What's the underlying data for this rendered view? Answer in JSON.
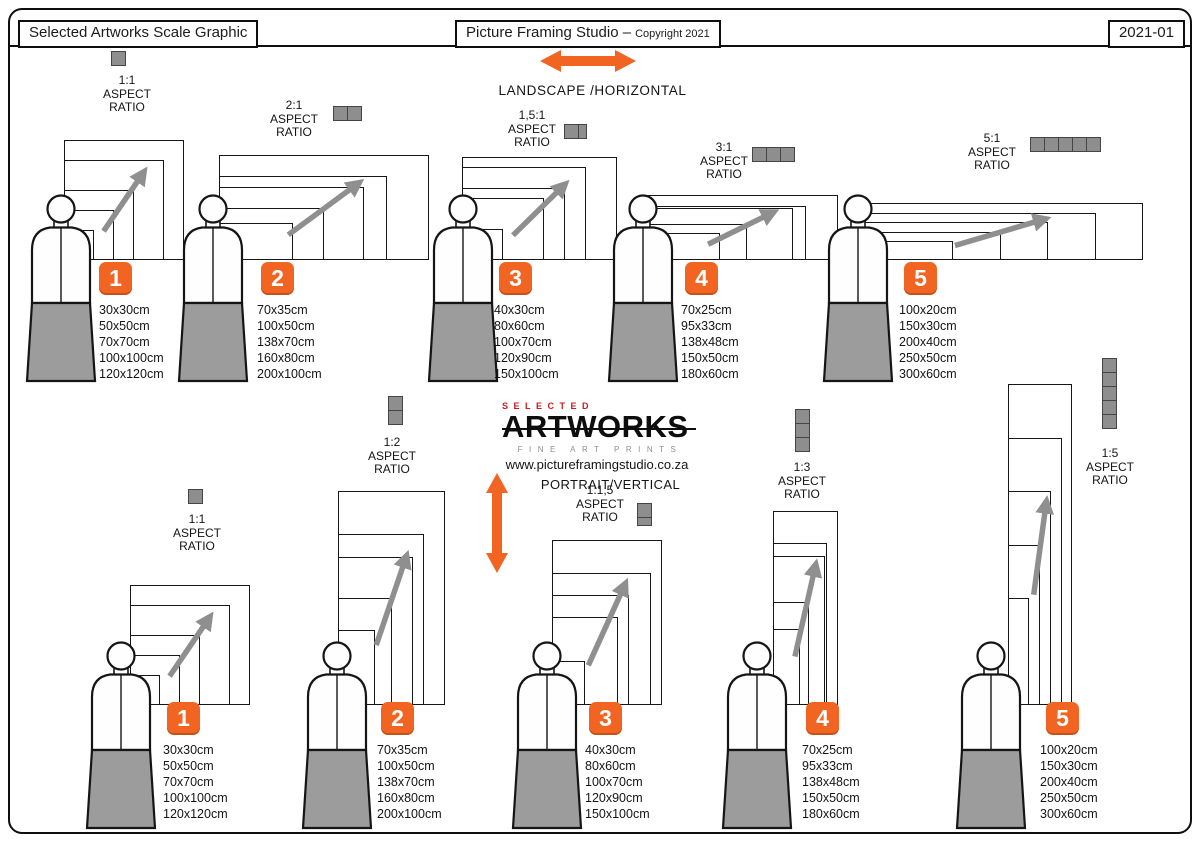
{
  "header": {
    "left_title": "Selected Artworks Scale Graphic",
    "center_title": "Picture Framing Studio –",
    "center_sub": "Copyright 2021",
    "right_code": "2021-01"
  },
  "center": {
    "landscape_label": "LANDSCAPE /HORIZONTAL",
    "portrait_label": "PORTRAIT/VERTICAL",
    "url": "www.pictureframingstudio.co.za",
    "brand": {
      "top": "SELECTED",
      "main": "ARTWORKS",
      "sub": "FINE ART PRINTS"
    }
  },
  "labels": {
    "aspect": "ASPECT",
    "ratio": "RATIO"
  },
  "rows": [
    {
      "orientation": "landscape",
      "groups": [
        {
          "number": "1",
          "ratio": "1:1",
          "icon_squares": 1,
          "sizes": [
            "30x30cm",
            "50x50cm",
            "70x70cm",
            "100x100cm",
            "120x120cm"
          ]
        },
        {
          "number": "2",
          "ratio": "2:1",
          "icon_squares": 2,
          "sizes": [
            "70x35cm",
            "100x50cm",
            "138x70cm",
            "160x80cm",
            "200x100cm"
          ]
        },
        {
          "number": "3",
          "ratio": "1,5:1",
          "icon_squares": 1.5,
          "sizes": [
            "40x30cm",
            "80x60cm",
            "100x70cm",
            "120x90cm",
            "150x100cm"
          ]
        },
        {
          "number": "4",
          "ratio": "3:1",
          "icon_squares": 3,
          "sizes": [
            "70x25cm",
            "95x33cm",
            "138x48cm",
            "150x50cm",
            "180x60cm"
          ]
        },
        {
          "number": "5",
          "ratio": "5:1",
          "icon_squares": 5,
          "sizes": [
            "100x20cm",
            "150x30cm",
            "200x40cm",
            "250x50cm",
            "300x60cm"
          ]
        }
      ]
    },
    {
      "orientation": "portrait",
      "groups": [
        {
          "number": "1",
          "ratio": "1:1",
          "icon_squares": 1,
          "sizes": [
            "30x30cm",
            "50x50cm",
            "70x70cm",
            "100x100cm",
            "120x120cm"
          ]
        },
        {
          "number": "2",
          "ratio": "1:2",
          "icon_squares": 2,
          "sizes": [
            "70x35cm",
            "100x50cm",
            "138x70cm",
            "160x80cm",
            "200x100cm"
          ]
        },
        {
          "number": "3",
          "ratio": "1:1,5",
          "icon_squares": 1.5,
          "sizes": [
            "40x30cm",
            "80x60cm",
            "100x70cm",
            "120x90cm",
            "150x100cm"
          ]
        },
        {
          "number": "4",
          "ratio": "1:3",
          "icon_squares": 3,
          "sizes": [
            "70x25cm",
            "95x33cm",
            "138x48cm",
            "150x50cm",
            "180x60cm"
          ]
        },
        {
          "number": "5",
          "ratio": "1:5",
          "icon_squares": 5,
          "sizes": [
            "100x20cm",
            "150x30cm",
            "200x40cm",
            "250x50cm",
            "300x60cm"
          ]
        }
      ]
    }
  ],
  "colors": {
    "accent": "#F26422",
    "brand_red": "#CE1A1C",
    "arrow_gray": "#8F8F8F",
    "square_gray": "#8E8E8E",
    "figure_gray": "#9C9C9C"
  }
}
